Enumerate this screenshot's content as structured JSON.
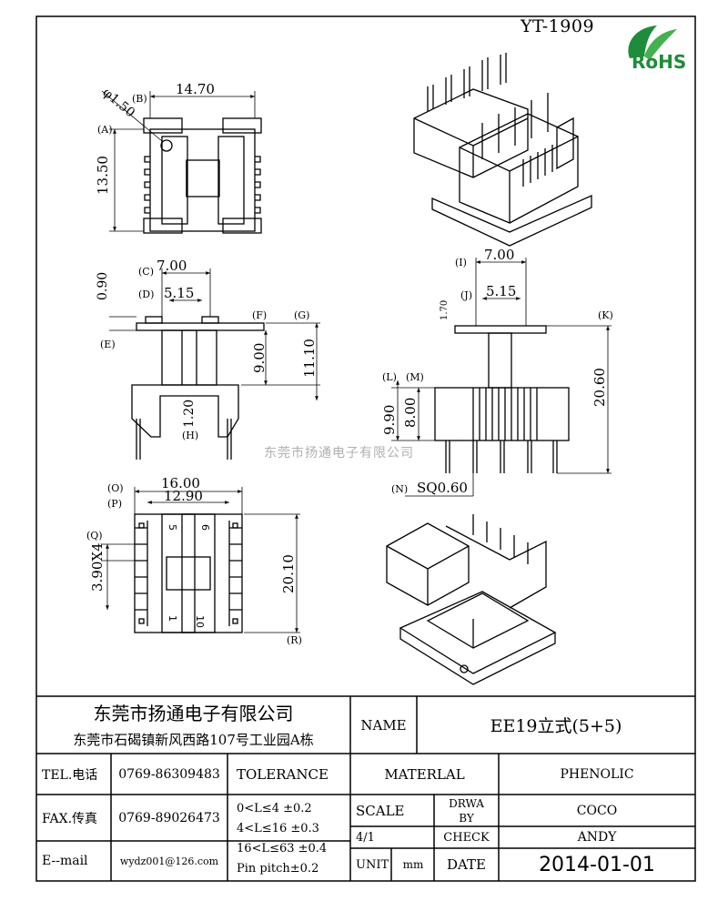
{
  "drawing": {
    "code": "YT-1909",
    "rohs_text": "RoHS",
    "watermark": "东莞市扬通电子有限公司"
  },
  "dims": {
    "top": {
      "hole": "φ1.50",
      "width": "14.70",
      "height": "13.50",
      "a": "(A)",
      "b": "(B)"
    },
    "front": {
      "w1": "7.00",
      "w2": "5.15",
      "t": "0.90",
      "h1": "9.00",
      "h2": "11.10",
      "pin": "1.20",
      "c": "(C)",
      "d": "(D)",
      "e": "(E)",
      "f": "(F)",
      "g": "(G)",
      "h": "(H)"
    },
    "side": {
      "w1": "7.00",
      "w2": "5.15",
      "t": "1.70",
      "h1": "20.60",
      "h2": "9.90",
      "h3": "8.00",
      "sq": "SQ0.60",
      "i": "(I)",
      "j": "(J)",
      "k": "(K)",
      "l": "(L)",
      "m": "(M)",
      "n": "(N)"
    },
    "bottom": {
      "w1": "16.00",
      "w2": "12.90",
      "pitch": "3.90X4",
      "h": "20.10",
      "o": "(O)",
      "p": "(P)",
      "q": "(Q)",
      "r": "(R)",
      "n5": "5",
      "n6": "6",
      "n1": "1",
      "n10": "10"
    }
  },
  "titleblock": {
    "company": "东莞市扬通电子有限公司",
    "address": "东莞市石碣镇新风西路107号工业园A栋",
    "name_label": "NAME",
    "name_value": "EE19立式(5+5)",
    "tel_label": "TEL.电话",
    "tel_value": "0769-86309483",
    "fax_label": "FAX.传真",
    "fax_value": "0769-89026473",
    "email_label": "E--mail",
    "email_value": "wydz001@126.com",
    "tolerance_label": "TOLERANCE",
    "tol1": "0<L≤4   ±0.2",
    "tol2": "4<L≤16  ±0.3",
    "tol3": "16<L≤63 ±0.4",
    "tol4": "Pin pitch±0.2",
    "material_label": "MATERLAL",
    "material_value": "PHENOLIC",
    "scale_label": "SCALE",
    "scale_value": "4/1",
    "unit_label": "UNIT",
    "unit_value": "mm",
    "drawn_label1": "DRWA",
    "drawn_label2": "BY",
    "drawn_value": "COCO",
    "check_label": "CHECK",
    "check_value": "ANDY",
    "date_label": "DATE",
    "date_value": "2014-01-01"
  }
}
